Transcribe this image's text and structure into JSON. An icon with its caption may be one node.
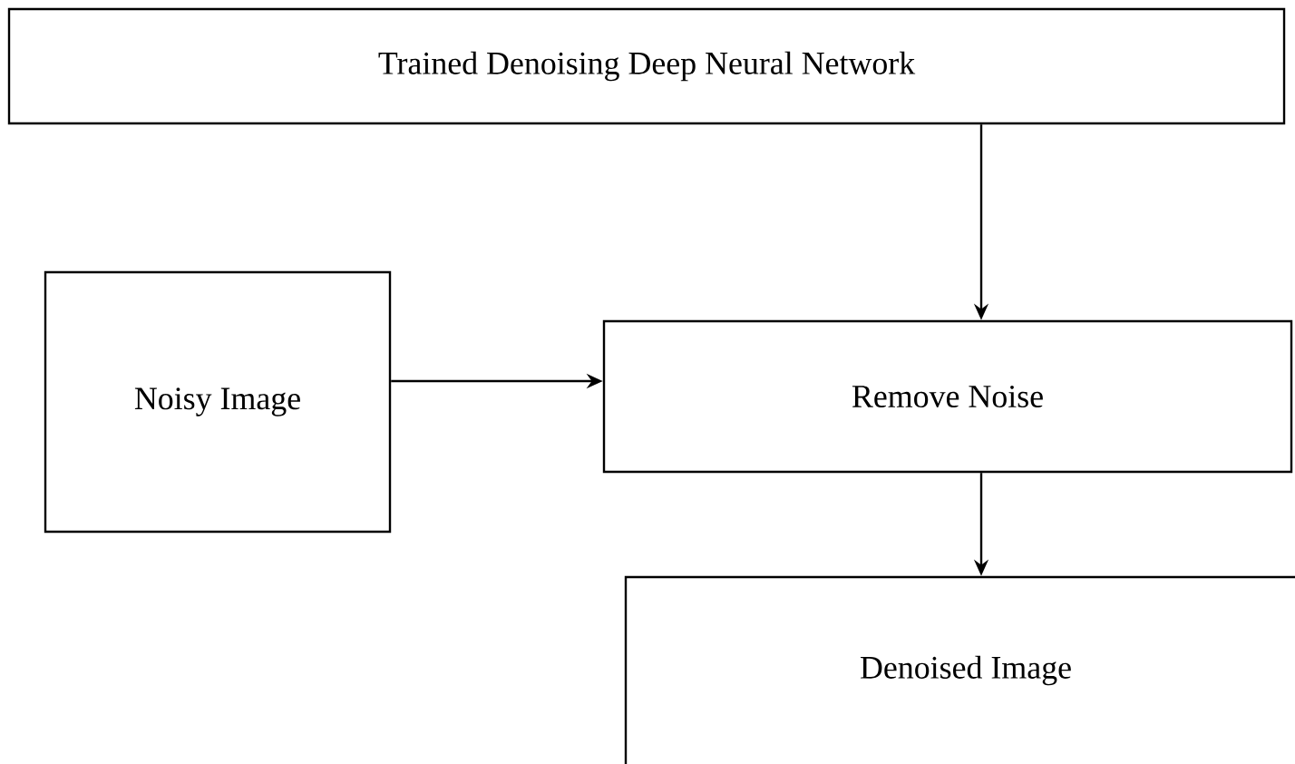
{
  "diagram": {
    "nodes": [
      {
        "text": [
          "Trained Denoising Deep Neural Network"
        ]
      },
      {
        "text": [
          "Noisy Image"
        ]
      },
      {
        "text": [
          "Remove Noise"
        ]
      },
      {
        "text": [
          "Denoised Image"
        ]
      }
    ],
    "edges": [
      {
        "from": 0,
        "to": 2,
        "arrow": "to"
      },
      {
        "from": 1,
        "to": 2,
        "arrow": "to"
      },
      {
        "from": 2,
        "to": 3,
        "arrow": "to"
      }
    ]
  }
}
